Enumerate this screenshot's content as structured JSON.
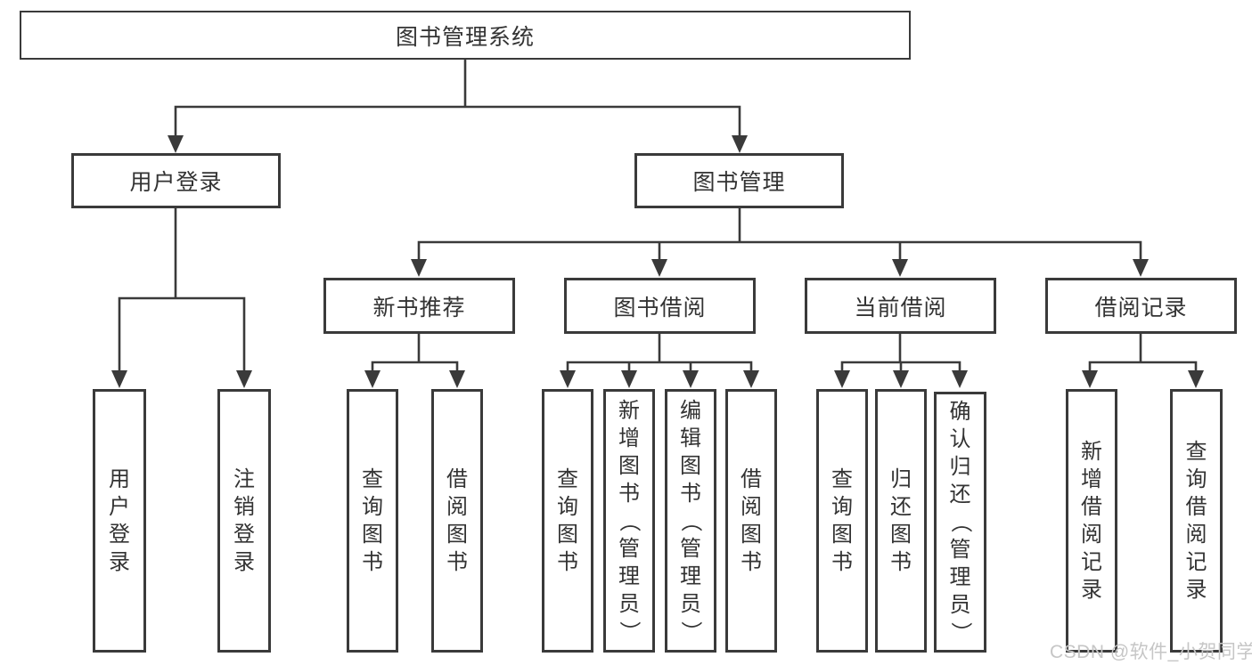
{
  "diagram": {
    "root": {
      "label": "图书管理系统"
    },
    "branches": [
      {
        "label": "用户登录",
        "children": [
          {
            "label": "用户登录"
          },
          {
            "label": "注销登录"
          }
        ]
      },
      {
        "label": "图书管理",
        "groups": [
          {
            "label": "新书推荐",
            "children": [
              {
                "label": "查询图书"
              },
              {
                "label": "借阅图书"
              }
            ]
          },
          {
            "label": "图书借阅",
            "children": [
              {
                "label": "查询图书"
              },
              {
                "label": "新增图书（管理员）"
              },
              {
                "label": "编辑图书（管理员）"
              },
              {
                "label": "借阅图书"
              }
            ]
          },
          {
            "label": "当前借阅",
            "children": [
              {
                "label": "查询图书"
              },
              {
                "label": "归还图书"
              },
              {
                "label": "确认归还（管理员）"
              }
            ]
          },
          {
            "label": "借阅记录",
            "children": [
              {
                "label": "新增借阅记录"
              },
              {
                "label": "查询借阅记录"
              }
            ]
          }
        ]
      }
    ]
  },
  "watermark": {
    "text": "CSDN @软件_小贺同学"
  },
  "colors": {
    "line": "#3a3a3a",
    "box_border": "#3a3a3a",
    "box_fill": "#ffffff",
    "text": "#333333",
    "watermark": "#c6c6c6",
    "background": "#ffffff"
  }
}
